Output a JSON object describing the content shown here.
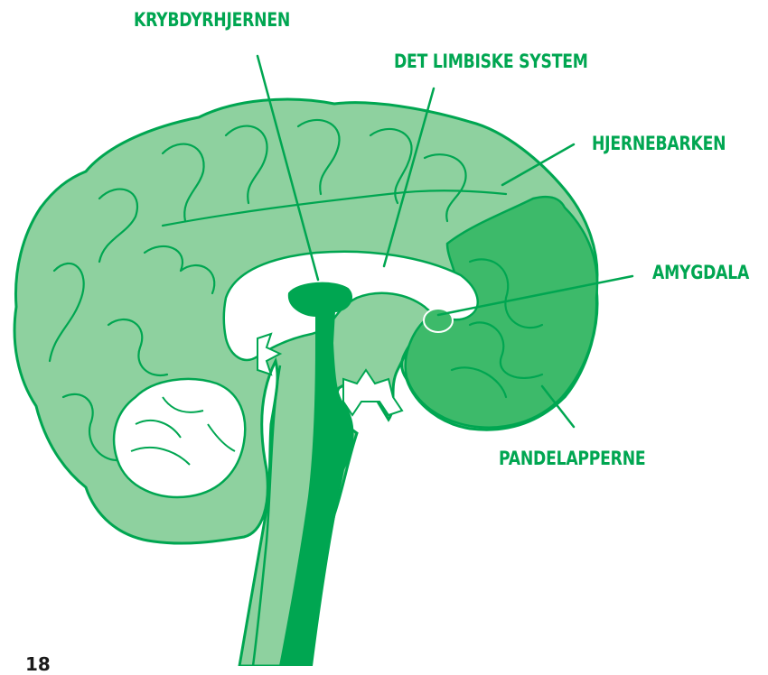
{
  "colors": {
    "label": "#00a651",
    "outline": "#00a651",
    "brain_fill": "#8ed19f",
    "frontal_fill": "#3dba6a",
    "brainstem_fill": "#00a651",
    "cavity_fill": "#ffffff",
    "page_number": "#1a1a1a"
  },
  "diagram": {
    "labels": {
      "reptile_brain": "KRYBDYRHJERNEN",
      "limbic_system": "DET LIMBISKE SYSTEM",
      "cortex": "HJERNEBARKEN",
      "amygdala": "AMYGDALA",
      "frontal_lobes": "PANDELAPPERNE"
    }
  },
  "page": {
    "number": "18"
  }
}
